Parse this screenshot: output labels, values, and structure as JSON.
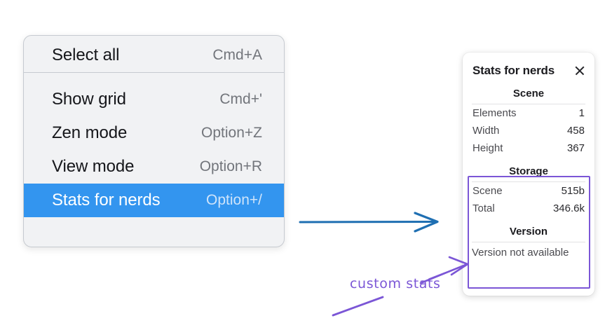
{
  "menu": {
    "groups": [
      {
        "items": [
          {
            "label": "Select all",
            "shortcut": "Cmd+A",
            "highlighted": false
          }
        ]
      },
      {
        "items": [
          {
            "label": "Show grid",
            "shortcut": "Cmd+'",
            "highlighted": false
          },
          {
            "label": "Zen mode",
            "shortcut": "Option+Z",
            "highlighted": false
          },
          {
            "label": "View mode",
            "shortcut": "Option+R",
            "highlighted": false
          },
          {
            "label": "Stats for nerds",
            "shortcut": "Option+/",
            "highlighted": true
          }
        ]
      }
    ],
    "highlight_color": "#3395ef"
  },
  "stats_panel": {
    "title": "Stats for nerds",
    "close_icon": "close-icon",
    "sections": [
      {
        "heading": "Scene",
        "rows": [
          {
            "key": "Elements",
            "value": "1"
          },
          {
            "key": "Width",
            "value": "458"
          },
          {
            "key": "Height",
            "value": "367"
          }
        ]
      },
      {
        "heading": "Storage",
        "rows": [
          {
            "key": "Scene",
            "value": "515b"
          },
          {
            "key": "Total",
            "value": "346.6k"
          }
        ]
      },
      {
        "heading": "Version",
        "note": "Version not available"
      }
    ],
    "highlight_border_color": "#7b56d6"
  },
  "annotations": {
    "label": "custom stats",
    "label_color": "#7b56d6",
    "blue_arrow_color": "#1f6fb2",
    "purple_arrow_color": "#7b56d6"
  }
}
